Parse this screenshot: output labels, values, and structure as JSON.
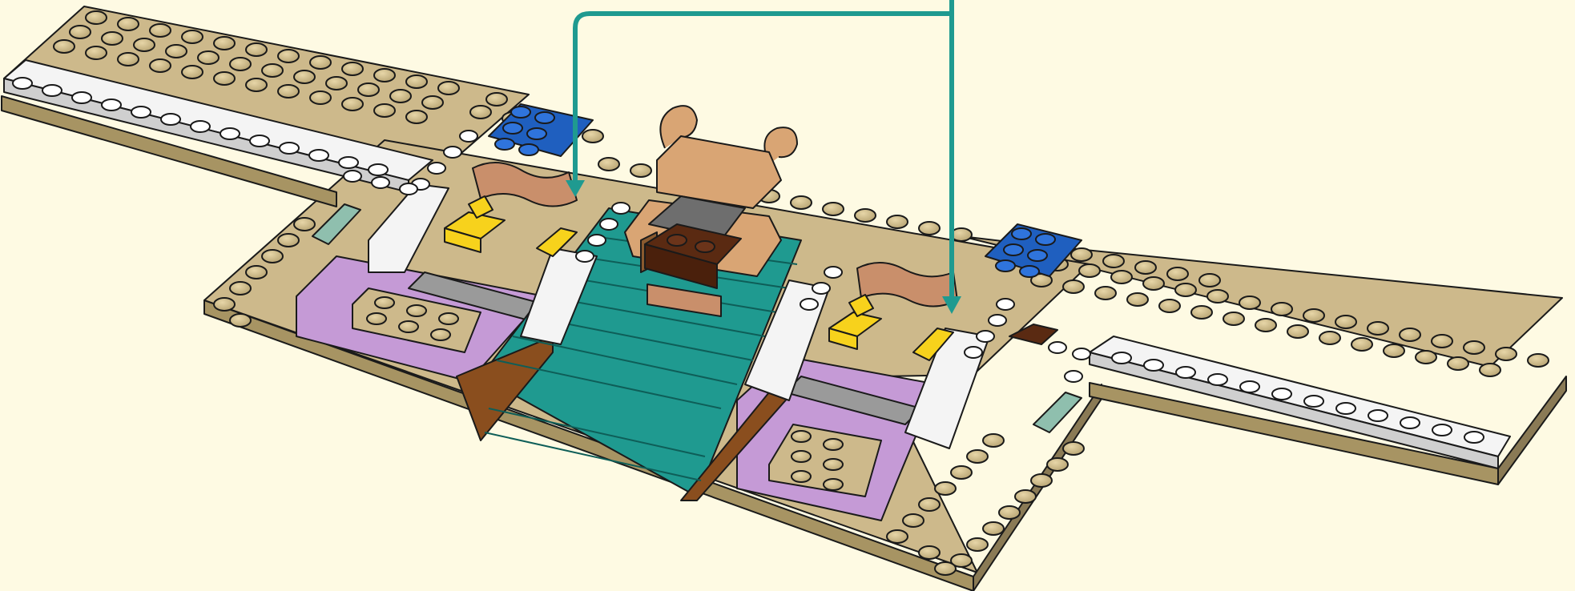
{
  "scene": {
    "kind": "building-instruction-step",
    "subject": "throne-room-baseplate",
    "background_color": "#fefae3"
  },
  "colors": {
    "tan": "#cdb98b",
    "tan_dark": "#8a7a55",
    "white": "#f4f4f4",
    "dark_turquoise": "#1f9a90",
    "medium_lavender": "#c59ad6",
    "reddish_brown": "#8a4e1e",
    "dark_brown": "#5a2a12",
    "blue": "#1f5fbf",
    "yellow": "#f7d21c",
    "light_gray": "#9a9a9a",
    "gold": "#d9a574",
    "sand_green": "#8fbfae",
    "callout_line": "#1f9a90"
  },
  "callout": {
    "type": "placement-arrows",
    "targets": [
      "left-yellow-clip",
      "right-yellow-clip"
    ]
  },
  "parts": [
    {
      "name": "throne-chair",
      "color": "gold"
    },
    {
      "name": "throne-seat",
      "color": "dark_brown"
    },
    {
      "name": "teal-staircase",
      "color": "dark_turquoise"
    },
    {
      "name": "lavender-frame-left",
      "color": "medium_lavender"
    },
    {
      "name": "lavender-frame-right",
      "color": "medium_lavender"
    },
    {
      "name": "blue-plate-left",
      "color": "blue"
    },
    {
      "name": "blue-plate-right",
      "color": "blue"
    },
    {
      "name": "yellow-clip",
      "color": "yellow"
    },
    {
      "name": "white-slope",
      "color": "white"
    },
    {
      "name": "sand-green-grille",
      "color": "sand_green"
    }
  ]
}
